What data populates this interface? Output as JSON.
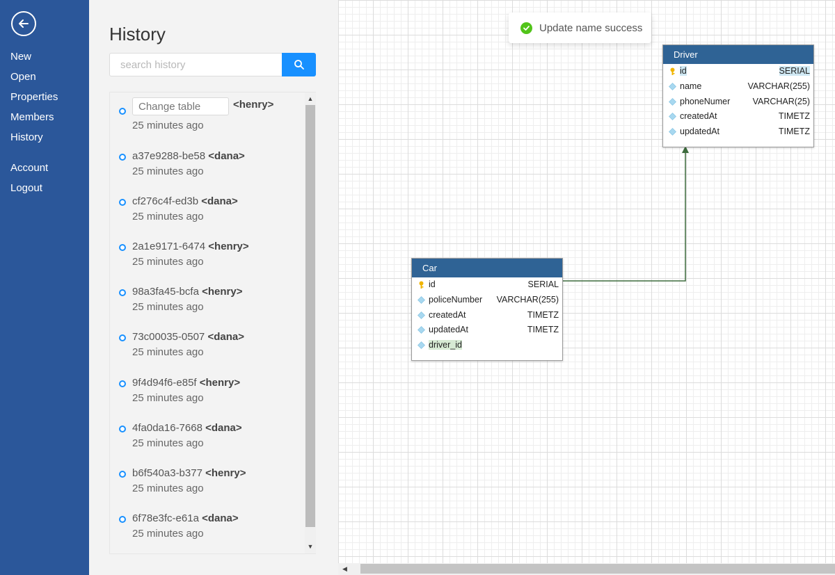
{
  "nav": {
    "items": [
      {
        "label": "New"
      },
      {
        "label": "Open"
      },
      {
        "label": "Properties"
      },
      {
        "label": "Members"
      },
      {
        "label": "History"
      },
      {
        "label": "Account"
      },
      {
        "label": "Logout"
      }
    ]
  },
  "history": {
    "title": "History",
    "search_placeholder": "search history",
    "current_entry": {
      "input_placeholder": "Change table",
      "user": "<henry>",
      "time": "25 minutes ago"
    },
    "entries": [
      {
        "id": "a37e9288-be58",
        "user": "<dana>",
        "time": "25 minutes ago"
      },
      {
        "id": "cf276c4f-ed3b",
        "user": "<dana>",
        "time": "25 minutes ago"
      },
      {
        "id": "2a1e9171-6474",
        "user": "<henry>",
        "time": "25 minutes ago"
      },
      {
        "id": "98a3fa45-bcfa",
        "user": "<henry>",
        "time": "25 minutes ago"
      },
      {
        "id": "73c00035-0507",
        "user": "<dana>",
        "time": "25 minutes ago"
      },
      {
        "id": "9f4d94f6-e85f",
        "user": "<henry>",
        "time": "25 minutes ago"
      },
      {
        "id": "4fa0da16-7668",
        "user": "<dana>",
        "time": "25 minutes ago"
      },
      {
        "id": "b6f540a3-b377",
        "user": "<henry>",
        "time": "25 minutes ago"
      },
      {
        "id": "6f78e3fc-e61a",
        "user": "<dana>",
        "time": "25 minutes ago"
      }
    ]
  },
  "toast": {
    "message": "Update name success",
    "status_color": "#52c41a"
  },
  "tables": {
    "driver": {
      "name": "Driver",
      "columns": [
        {
          "icon": "key-icon",
          "name": "id",
          "type": "SERIAL"
        },
        {
          "icon": "diamond-icon",
          "name": "name",
          "type": "VARCHAR(255)"
        },
        {
          "icon": "diamond-icon",
          "name": "phoneNumer",
          "type": "VARCHAR(25)"
        },
        {
          "icon": "diamond-icon",
          "name": "createdAt",
          "type": "TIMETZ"
        },
        {
          "icon": "diamond-icon",
          "name": "updatedAt",
          "type": "TIMETZ"
        }
      ]
    },
    "car": {
      "name": "Car",
      "columns": [
        {
          "icon": "key-icon",
          "name": "id",
          "type": "SERIAL"
        },
        {
          "icon": "diamond-icon",
          "name": "policeNumber",
          "type": "VARCHAR(255)"
        },
        {
          "icon": "diamond-icon",
          "name": "createdAt",
          "type": "TIMETZ"
        },
        {
          "icon": "diamond-icon",
          "name": "updatedAt",
          "type": "TIMETZ"
        },
        {
          "icon": "diamond-icon",
          "name": "driver_id",
          "type": ""
        }
      ]
    }
  },
  "colors": {
    "nav_bg": "#2b579a",
    "accent": "#1890ff",
    "table_header": "#2f6395",
    "relation_line": "#3d6b3d"
  }
}
